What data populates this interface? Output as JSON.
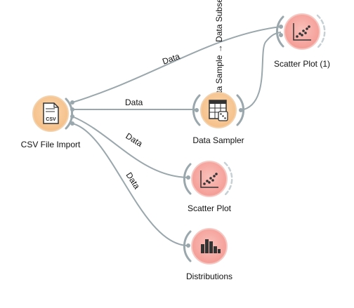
{
  "nodes": {
    "csv_file_import": {
      "label": "CSV File Import",
      "icon": "csv-file-icon",
      "color": "#f7c89a"
    },
    "data_sampler": {
      "label": "Data Sampler",
      "icon": "table-dice-icon",
      "color": "#f7c89a"
    },
    "scatter_plot_1": {
      "label": "Scatter Plot (1)",
      "icon": "scatter-plot-icon",
      "color": "#f6a7a1"
    },
    "scatter_plot": {
      "label": "Scatter Plot",
      "icon": "scatter-plot-icon",
      "color": "#f6a7a1"
    },
    "distributions": {
      "label": "Distributions",
      "icon": "histogram-icon",
      "color": "#f6a7a1"
    }
  },
  "links": {
    "csv_to_sampler": "Data",
    "csv_to_scatter1": "Data",
    "csv_to_scatter": "Data",
    "csv_to_distributions": "Data",
    "sampler_to_scatter1": "Data Sample → Data Subset"
  },
  "icon_text": {
    "csv": "CSV"
  }
}
